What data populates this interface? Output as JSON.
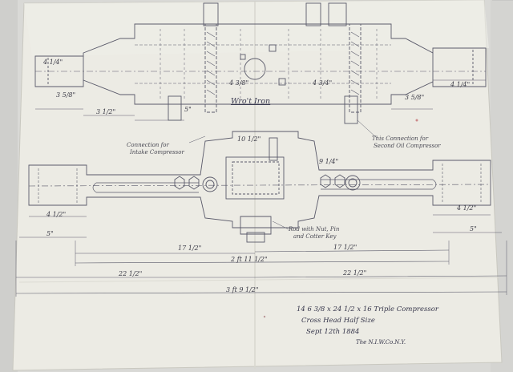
{
  "drawing": {
    "material_label": "Wro't Iron",
    "notes": {
      "intake_compressor": [
        "Connection for",
        "Intake Compressor"
      ],
      "second_oil_compressor": [
        "This Connection for",
        "Second Oil Compressor"
      ],
      "rod": [
        "Rod with Nut, Pin",
        "and Cotter Key"
      ]
    },
    "title_block": [
      "14 6 3/8 x 24 1/2 x 16 Triple Compressor",
      "Cross Head     Half Size",
      "Sept 12th 1884",
      "The N.I.W.Co.N.Y."
    ]
  },
  "dimensions": {
    "top_left_end": "4 1/4\"",
    "top_left_lower": "3 5/8\"",
    "top_left_bottom": "3 1/2\"",
    "top_center_left": "5\"",
    "top_mid_1": "4 3/8\"",
    "top_mid_2": "4 3/4\"",
    "top_right_lower": "3 5/8\"",
    "top_right_end": "4 1/4\"",
    "center_top": "10 1/2\"",
    "center_right": "9 1/4\"",
    "left_small": "4 1/2\"",
    "right_small": "4 1/2\"",
    "left_outer": "5\"",
    "right_outer": "5\"",
    "half_left": "17 1/2\"",
    "half_right": "17 1/2\"",
    "overall_mid": "2 ft 11 1/2\"",
    "long_left": "22 1/2\"",
    "long_right": "22 1/2\"",
    "overall": "3 ft 9 1/2\""
  }
}
